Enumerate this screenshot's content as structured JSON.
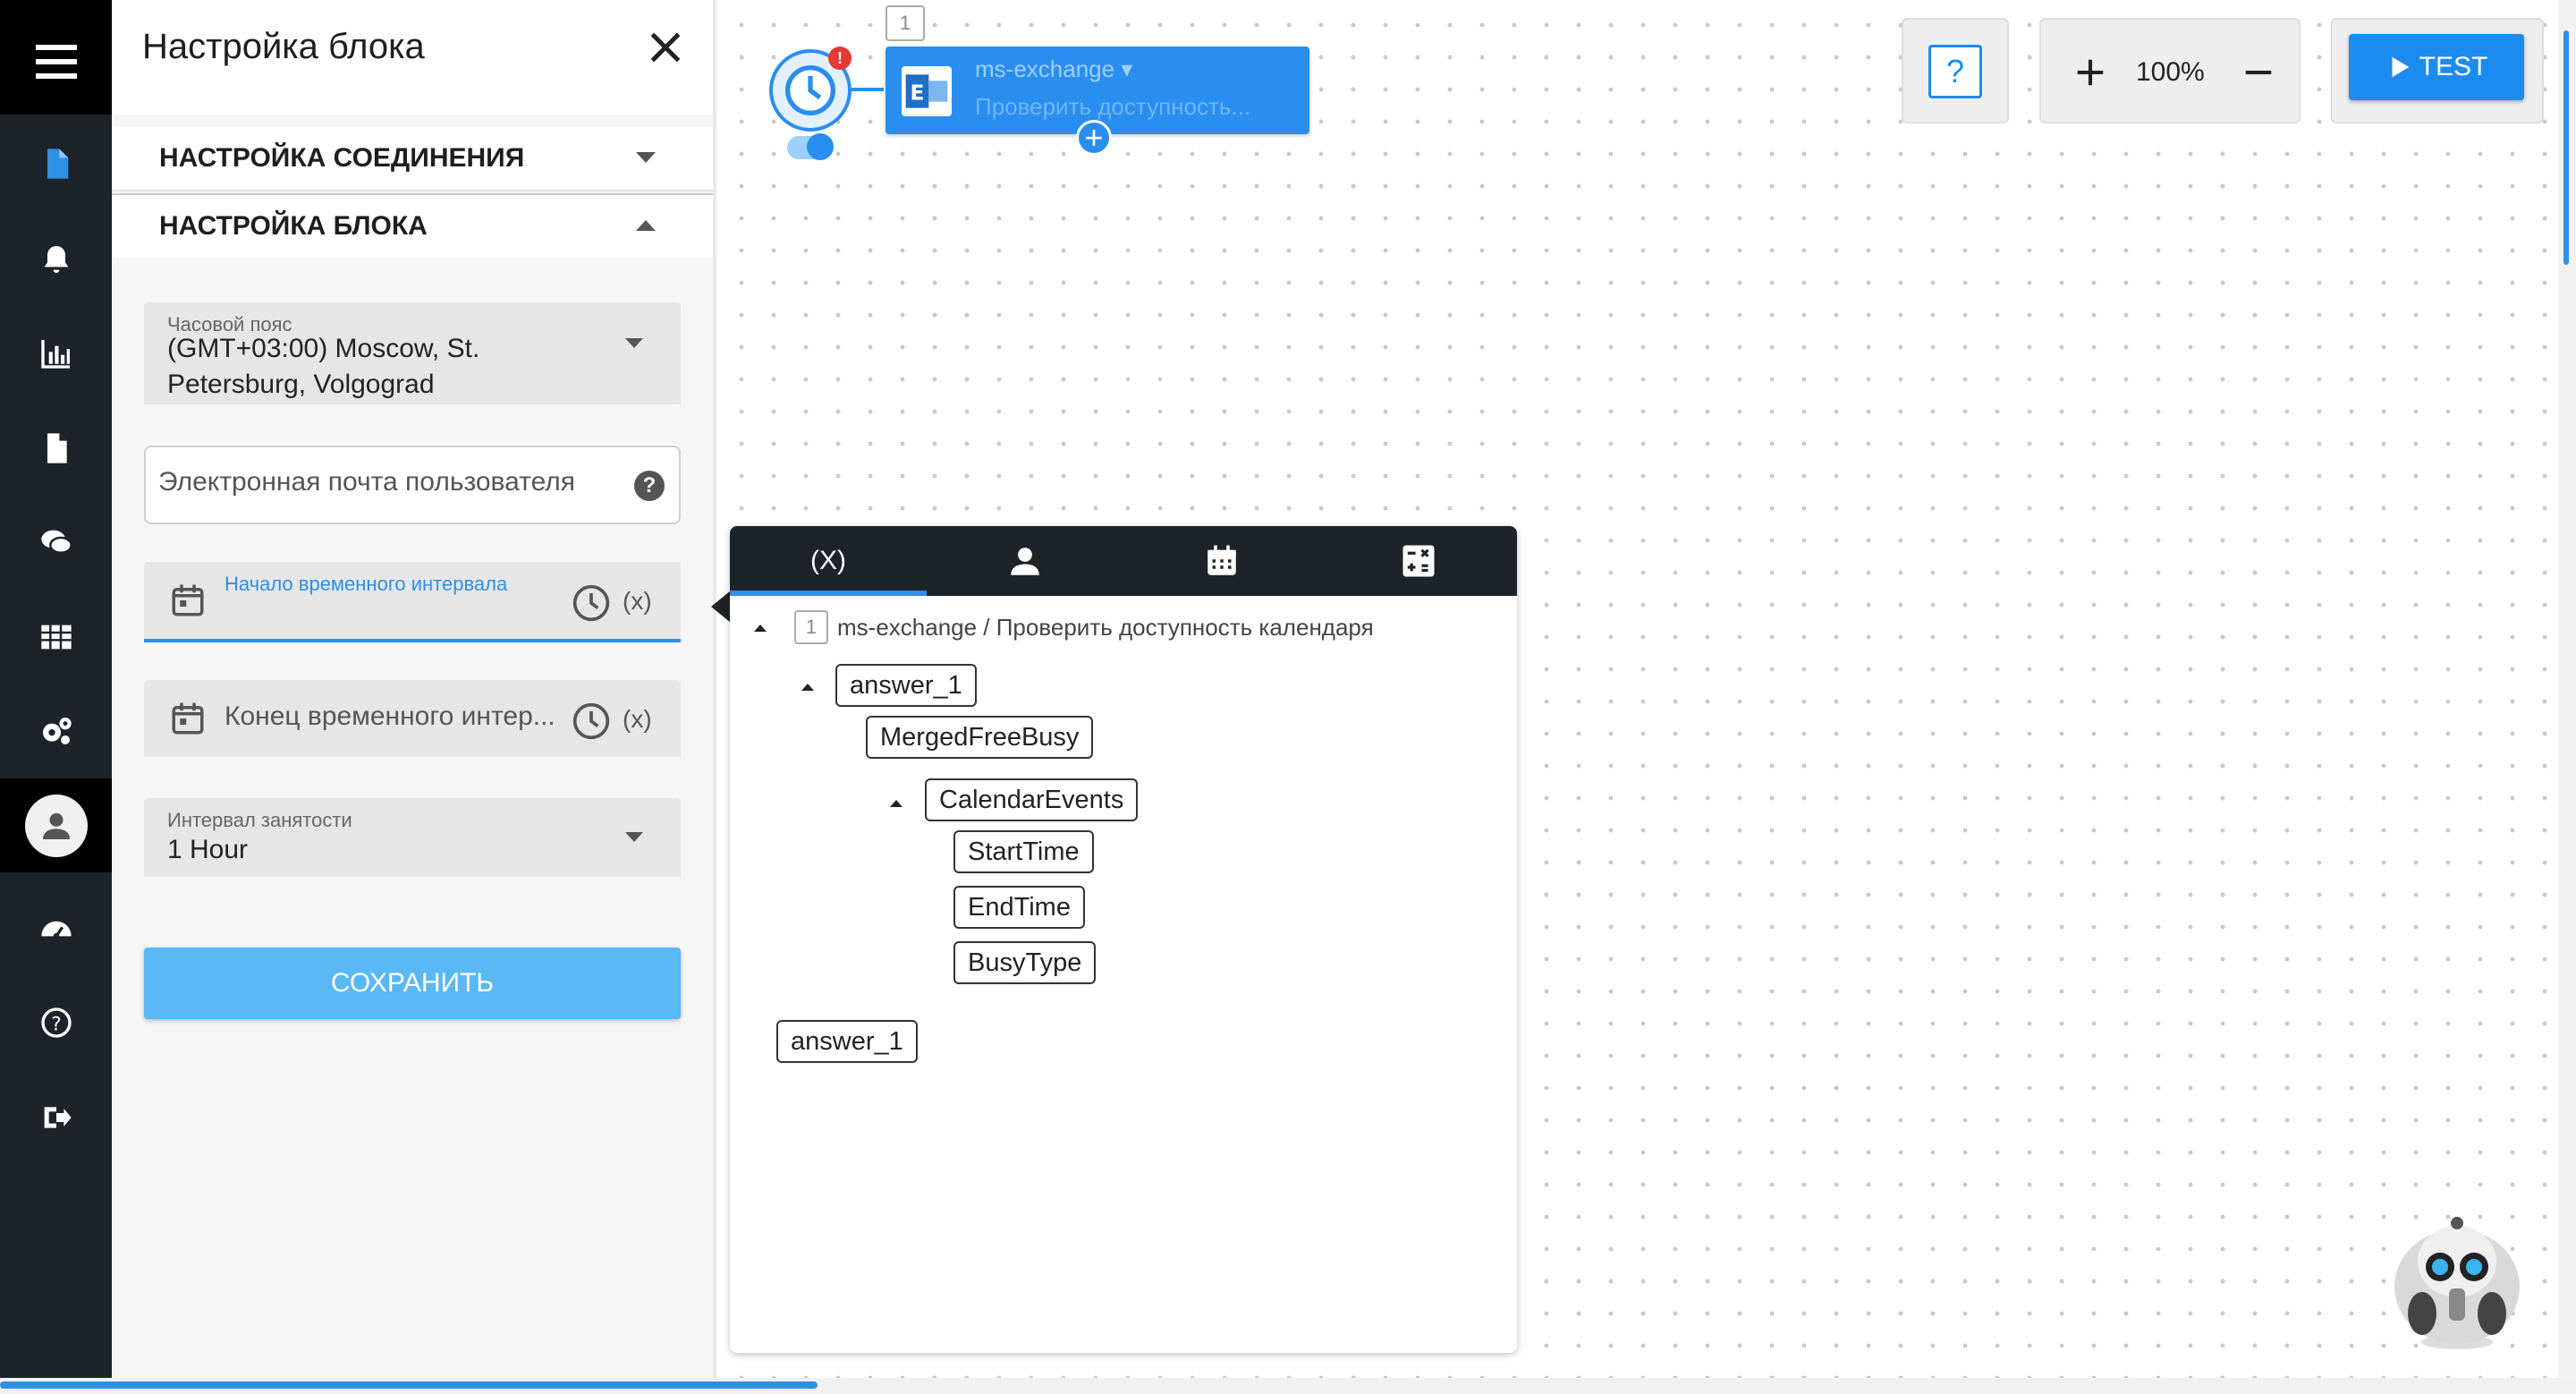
{
  "panel": {
    "title": "Настройка блока",
    "sections": {
      "connection": "НАСТРОЙКА СОЕДИНЕНИЯ",
      "block": "НАСТРОЙКА БЛОКА"
    },
    "timezone": {
      "label": "Часовой пояс",
      "value_line1": "(GMT+03:00) Moscow, St.",
      "value_line2": "Petersburg, Volgograd"
    },
    "email": {
      "placeholder": "Электронная почта пользователя",
      "help": "?"
    },
    "start_interval": {
      "label": "Начало временного интервала",
      "var": "(x)"
    },
    "end_interval": {
      "placeholder": "Конец временного интер...",
      "var": "(x)"
    },
    "busy_interval": {
      "label": "Интервал занятости",
      "value": "1 Hour"
    },
    "save_label": "СОХРАНИТЬ"
  },
  "canvas": {
    "help": "?",
    "zoom": "100%",
    "test_label": "TEST",
    "node": {
      "step": "1",
      "title": "ms-exchange ▾",
      "subtitle": "Проверить доступность...",
      "alert": "!"
    }
  },
  "variables_popup": {
    "tabs": [
      "(X)",
      "user-icon",
      "calendar-icon",
      "calculator-icon"
    ],
    "active_tab": 0,
    "step": "1",
    "path": "ms-exchange / Проверить доступность календаря",
    "items": {
      "answer": "answer_1",
      "merged": "MergedFreeBusy",
      "calendar_events": "CalendarEvents",
      "start_time": "StartTime",
      "end_time": "EndTime",
      "busy_type": "BusyType",
      "answer_root": "answer_1"
    }
  },
  "colors": {
    "accent": "#2a8ef0",
    "rail": "#1d2329",
    "save_button": "#5ab8f5",
    "alert": "#e53935"
  }
}
